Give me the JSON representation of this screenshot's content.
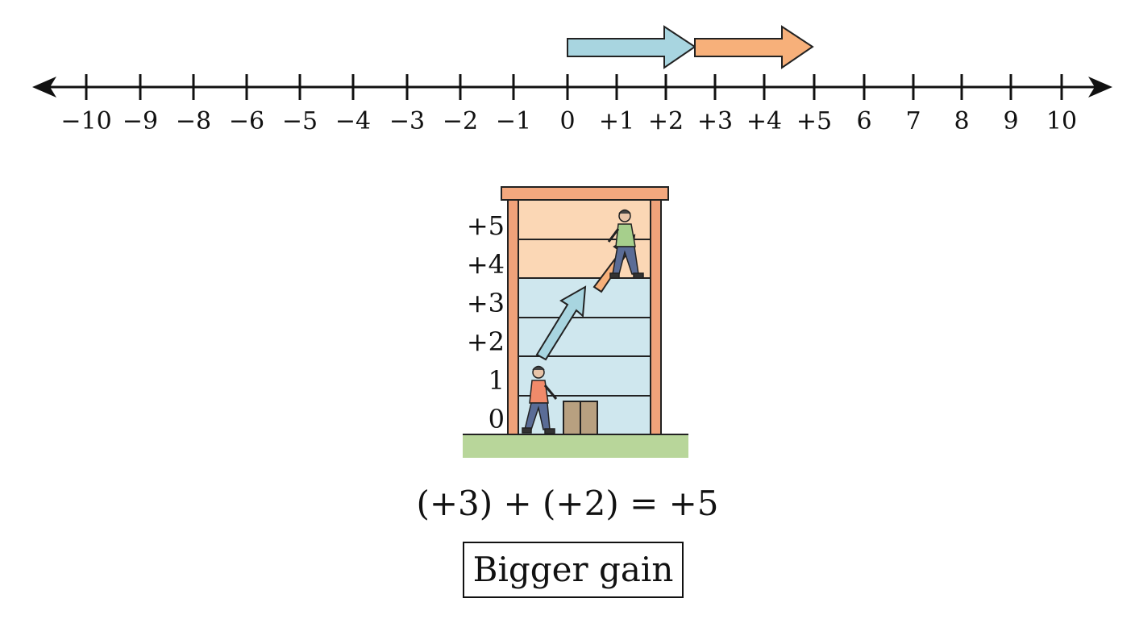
{
  "number_line": {
    "tick_labels": [
      "−10",
      "−9",
      "−8",
      "−6",
      "−5",
      "−4",
      "−3",
      "−2",
      "−1",
      "0",
      "+1",
      "+2",
      "+3",
      "+4",
      "+5",
      "6",
      "7",
      "8",
      "9",
      "10"
    ],
    "arrow_blue": {
      "from": 0,
      "to": "+2",
      "color": "#a8d5e0"
    },
    "arrow_orange": {
      "from": "+3",
      "to": "+5",
      "color": "#f7b07a"
    }
  },
  "building": {
    "floor_labels": [
      "+5",
      "+4",
      "+3",
      "+2",
      "1",
      "0"
    ],
    "colors": {
      "upper": "#fbd7b5",
      "lower": "#cfe7ee",
      "frame": "#f0a27a",
      "ground": "#b8d69a",
      "door": "#b8a080"
    },
    "walkers": [
      "person-bottom-icon",
      "person-top-icon"
    ]
  },
  "equation": "(+3) + (+2) = +5",
  "caption": "Bigger gain"
}
